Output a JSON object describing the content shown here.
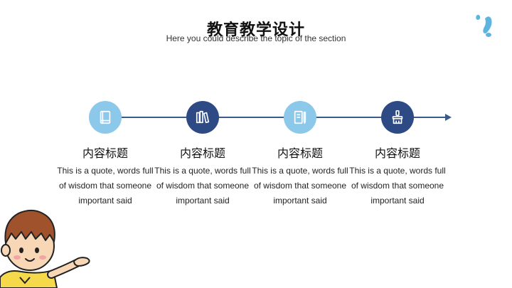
{
  "slide": {
    "title": "教育教学设计",
    "subtitle": "Here you could describe the topic of the section"
  },
  "timeline": {
    "items": [
      {
        "title": "内容标题",
        "text": "This is a quote, words full of wisdom that someone important said",
        "icon": "book-icon"
      },
      {
        "title": "内容标题",
        "text": "This is a quote, words full of wisdom that someone important said",
        "icon": "books-icon"
      },
      {
        "title": "内容标题",
        "text": "This is a quote, words full of wisdom that someone important said",
        "icon": "notebook-pen-icon"
      },
      {
        "title": "内容标题",
        "text": "This is a quote, words full of wisdom that someone important said",
        "icon": "paint-brush-icon"
      }
    ]
  },
  "colors": {
    "light_blue": "#8cc8ea",
    "dark_blue": "#2e4a85",
    "line": "#3a5a8c",
    "shirt": "#f5d94a",
    "hair": "#a0522d"
  }
}
